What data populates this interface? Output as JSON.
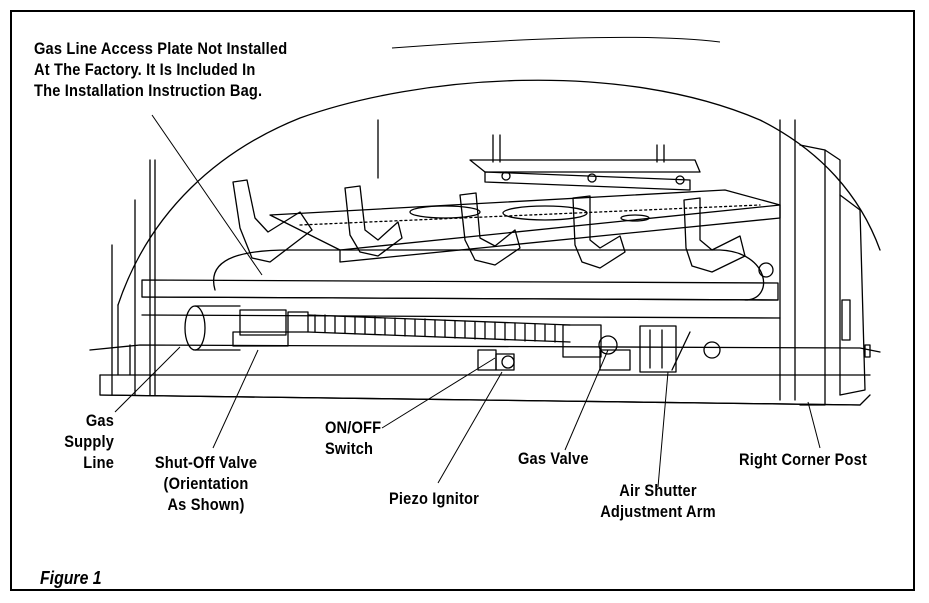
{
  "callouts": {
    "access_plate": "Gas Line Access Plate Not Installed\nAt The Factory.  It Is Included In\nThe Installation Instruction Bag.",
    "gas_supply_line": "Gas\nSupply\nLine",
    "shutoff_valve": "Shut-Off Valve\n(Orientation\nAs Shown)",
    "onoff_switch": "ON/OFF\nSwitch",
    "piezo_ignitor": "Piezo Ignitor",
    "gas_valve": "Gas Valve",
    "air_shutter": "Air Shutter\nAdjustment Arm",
    "right_corner_post": "Right Corner Post"
  },
  "figure": {
    "label": "Figure 1"
  }
}
